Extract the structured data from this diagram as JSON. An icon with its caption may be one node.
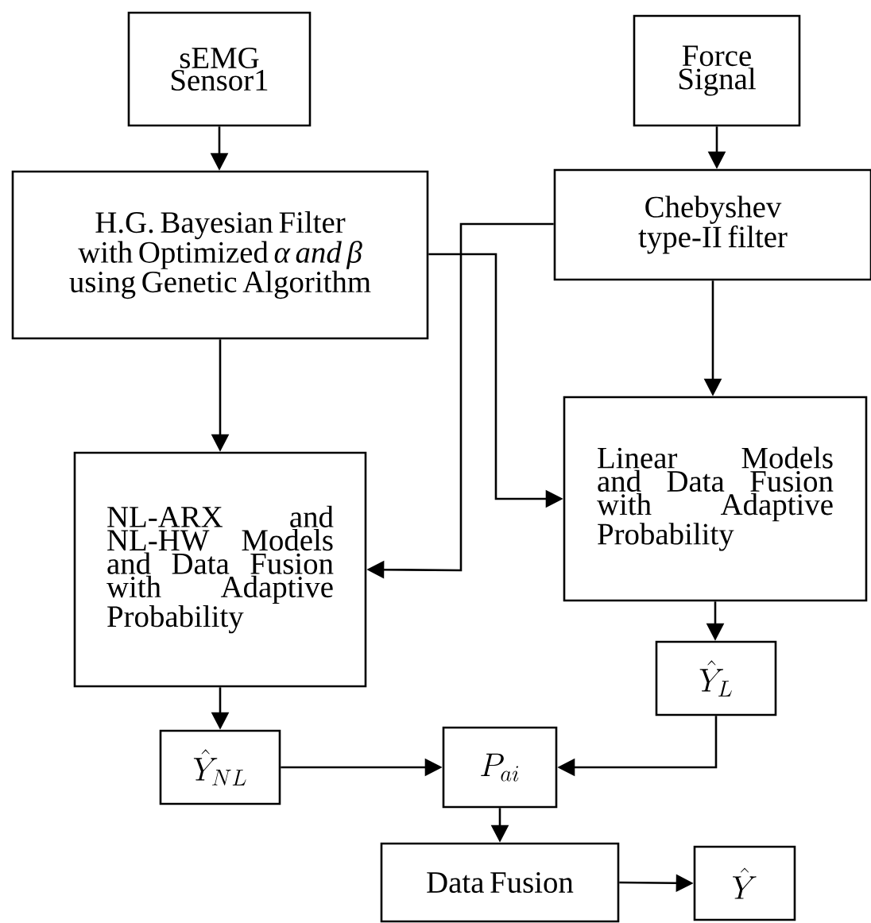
{
  "diagram": {
    "nodes": [
      {
        "text": [
          "sEMG Sensor1"
        ]
      },
      {
        "text": [
          "Force Signal"
        ]
      },
      {
        "text": [
          "H.G. Bayesian Filter with Optimized *α and β* using Genetic Algorithm"
        ]
      },
      {
        "text": [
          "Chebyshev type-II filter"
        ]
      },
      {
        "text": [
          "NL-ARX and NL-HW Models and Data Fusion with Adaptive Probability"
        ]
      },
      {
        "text": [
          "Linear Models and Data Fusion with Adaptive Probability"
        ]
      },
      {
        "text": [
          "\\hat{Y}_{NL}"
        ]
      },
      {
        "text": [
          "P_{ai}"
        ]
      },
      {
        "text": [
          "\\hat{Y}_{L}"
        ]
      },
      {
        "text": [
          "Data Fusion"
        ]
      },
      {
        "text": [
          "\\hat{Y}"
        ]
      }
    ],
    "edges": [
      {
        "from": 0,
        "to": 2,
        "arrow": "to"
      },
      {
        "from": 1,
        "to": 3,
        "arrow": "to"
      },
      {
        "from": 2,
        "to": 4,
        "arrow": "to"
      },
      {
        "from": 2,
        "to": 5,
        "arrow": "to"
      },
      {
        "from": 3,
        "to": 4,
        "arrow": "to"
      },
      {
        "from": 3,
        "to": 5,
        "arrow": "to"
      },
      {
        "from": 4,
        "to": 6,
        "arrow": "to"
      },
      {
        "from": 5,
        "to": 8,
        "arrow": "to"
      },
      {
        "from": 6,
        "to": 7,
        "arrow": "to"
      },
      {
        "from": 8,
        "to": 7,
        "arrow": "to"
      },
      {
        "from": 7,
        "to": 9,
        "arrow": "to"
      },
      {
        "from": 9,
        "to": 10,
        "arrow": "to"
      }
    ]
  }
}
